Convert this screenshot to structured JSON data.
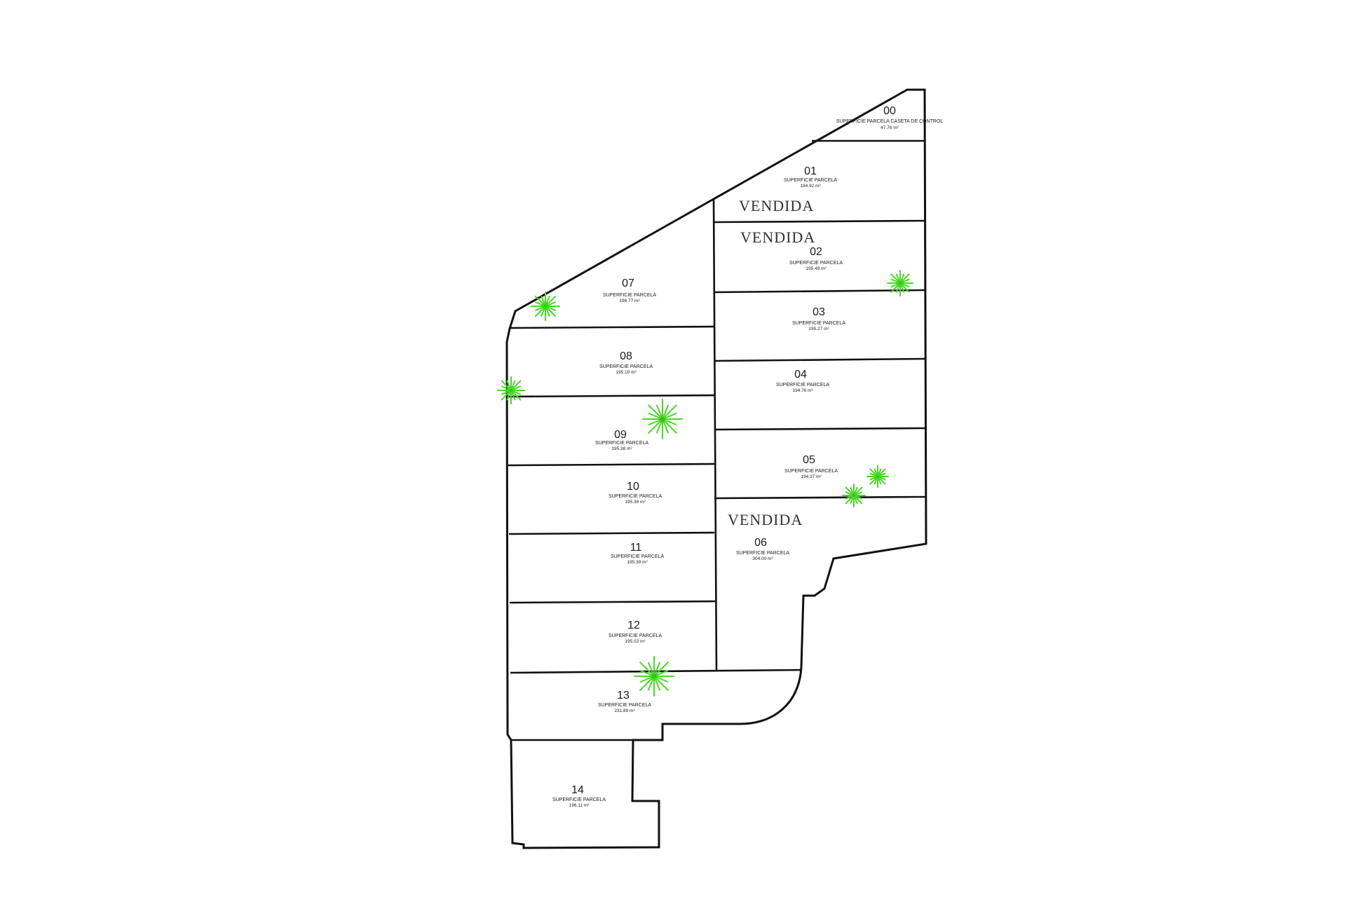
{
  "plots": [
    {
      "id": "00",
      "number": "00",
      "label": "SUPERFICIE PARCELA CASETA DE CONTROL",
      "area": "47.76 m²"
    },
    {
      "id": "01",
      "number": "01",
      "label": "SUPERFICIE PARCELA",
      "area": "194.92 m²"
    },
    {
      "id": "02",
      "number": "02",
      "label": "SUPERFICIE PARCELA",
      "area": "195.49 m²"
    },
    {
      "id": "03",
      "number": "03",
      "label": "SUPERFICIE PARCELA",
      "area": "195.27 m²"
    },
    {
      "id": "04",
      "number": "04",
      "label": "SUPERFICIE PARCELA",
      "area": "194.76 m²"
    },
    {
      "id": "05",
      "number": "05",
      "label": "SUPERFICIE PARCELA",
      "area": "194.37 m²"
    },
    {
      "id": "06",
      "number": "06",
      "label": "SUPERFICIE PARCELA",
      "area": "304.00 m²"
    },
    {
      "id": "07",
      "number": "07",
      "label": "SUPERFICIE PARCELA",
      "area": "198.77 m²"
    },
    {
      "id": "08",
      "number": "08",
      "label": "SUPERFICIE PARCELA",
      "area": "195.19 m²"
    },
    {
      "id": "09",
      "number": "09",
      "label": "SUPERFICIE PARCELA",
      "area": "195.38 m²"
    },
    {
      "id": "10",
      "number": "10",
      "label": "SUPERFICIE PARCELA",
      "area": "195.39 m²"
    },
    {
      "id": "11",
      "number": "11",
      "label": "SUPERFICIE PARCELA",
      "area": "195.39 m²"
    },
    {
      "id": "12",
      "number": "12",
      "label": "SUPERFICIE PARCELA",
      "area": "195.02 m²"
    },
    {
      "id": "13",
      "number": "13",
      "label": "SUPERFICIE PARCELA",
      "area": "231.89 m²"
    },
    {
      "id": "14",
      "number": "14",
      "label": "SUPERFICIE PARCELA",
      "area": "196.11 m²"
    }
  ],
  "sold_labels": [
    "VENDIDA",
    "VENDIDA",
    "VENDIDA"
  ],
  "sold_plots": [
    "01",
    "02",
    "06"
  ],
  "colors": {
    "background": "#ffffff",
    "boundary": "#111111",
    "palm": "#4ad626"
  },
  "tree_icon": "palm-tree-icon"
}
